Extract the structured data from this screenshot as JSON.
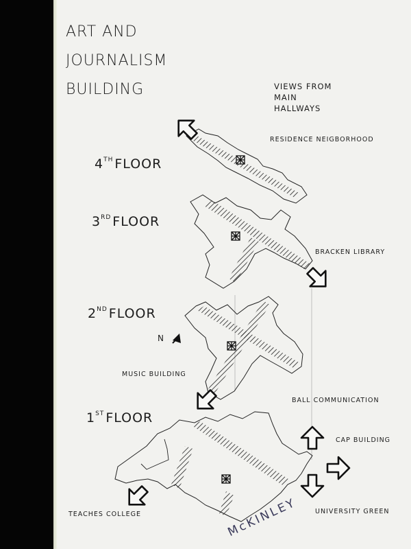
{
  "title": {
    "line1": "ART AND",
    "line2": "JOURNALISM",
    "line3": "BUILDING"
  },
  "subtitle": {
    "line1": "VIEWS FROM MAIN",
    "line2": "HALLWAYS"
  },
  "floors": {
    "fourth": {
      "num": "4",
      "sup": "TH",
      "word": "FLOOR"
    },
    "third": {
      "num": "3",
      "sup": "RD",
      "word": "FLOOR"
    },
    "second": {
      "num": "2",
      "sup": "ND",
      "word": "FLOOR"
    },
    "first": {
      "num": "1",
      "sup": "ST",
      "word": "FLOOR"
    }
  },
  "views": {
    "residence": "RESIDENCE NEIGBORHOOD",
    "bracken": "BRACKEN LIBRARY",
    "music": "MUSIC BUILDING",
    "ball": "BALL COMMUNICATION",
    "cap": "CAP BUILDING",
    "teachers": "TEACHES COLLEGE",
    "green": "UNIVERSITY GREEN"
  },
  "north_label": "N",
  "street_label": "McKINLEY"
}
